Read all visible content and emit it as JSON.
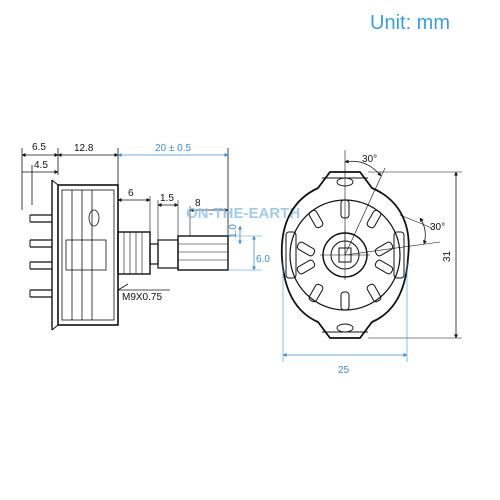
{
  "unit_label": "Unit: mm",
  "watermark": "ON-THE-EARTH",
  "side_view": {
    "dims": {
      "d_6_5": "6.5",
      "d_12_8": "12.8",
      "d_20": "20 ± 0.5",
      "d_4_5": "4.5",
      "d_6": "6",
      "d_1_5": "1.5",
      "d_8": "8",
      "d_1_0": "1.0",
      "d_6_0": "6.0",
      "thread": "M9X0.75"
    }
  },
  "front_view": {
    "dims": {
      "angle_top": "30°",
      "angle_right": "30°",
      "height": "31",
      "width": "25"
    }
  }
}
